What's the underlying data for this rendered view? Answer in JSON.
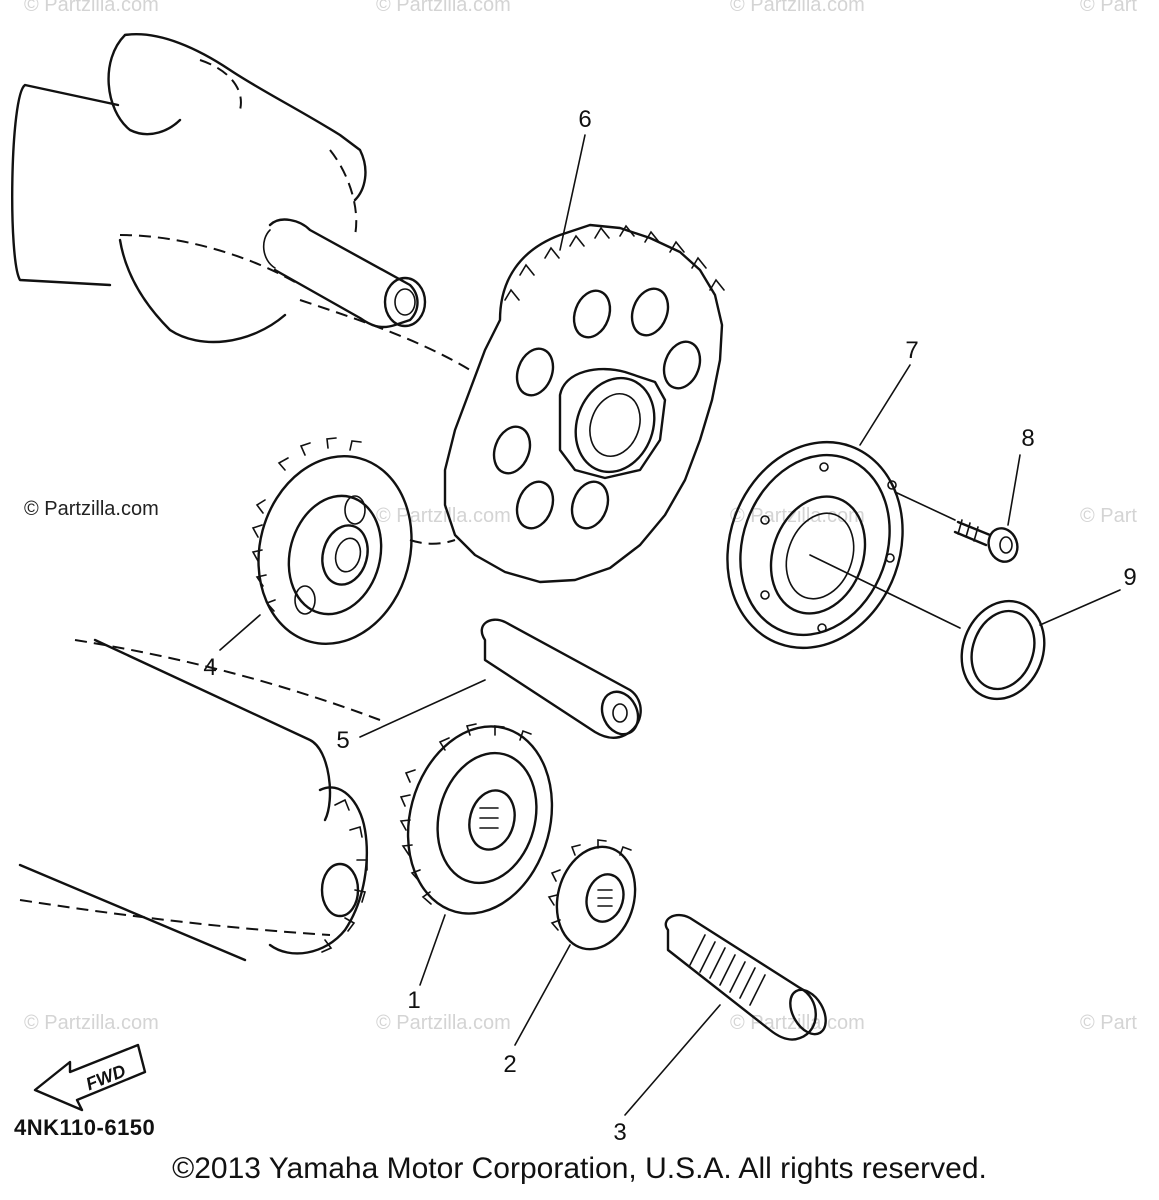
{
  "watermarks": {
    "text": "© Partzilla.com",
    "text_cut": "© Part"
  },
  "callouts": {
    "c1": "1",
    "c2": "2",
    "c3": "3",
    "c4": "4",
    "c5": "5",
    "c6": "6",
    "c7": "7",
    "c8": "8",
    "c9": "9"
  },
  "fwd_label": "FWD",
  "diagram_code": "4NK110-6150",
  "copyright": "©2013 Yamaha Motor Corporation, U.S.A. All rights reserved."
}
